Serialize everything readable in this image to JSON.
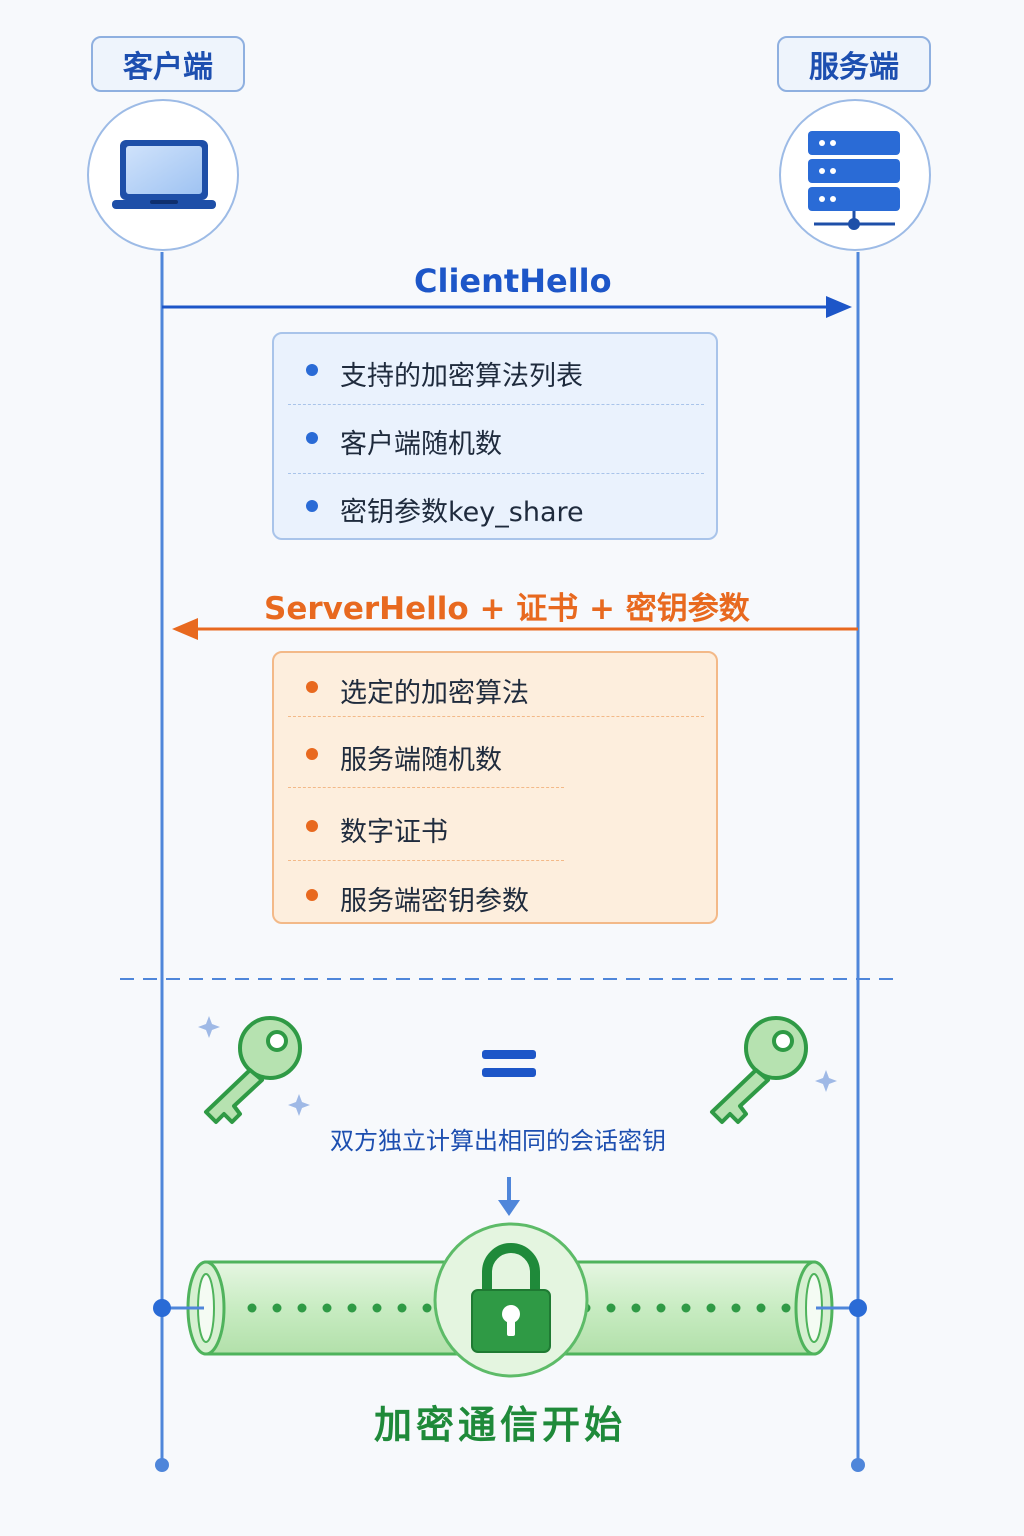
{
  "participants": {
    "client": "客户端",
    "server": "服务端"
  },
  "client_hello": {
    "title": "ClientHello",
    "items": [
      "支持的加密算法列表",
      "客户端随机数",
      "密钥参数key_share"
    ]
  },
  "server_hello": {
    "title": "ServerHello + 证书 + 密钥参数",
    "items": [
      "选定的加密算法",
      "服务端随机数",
      "数字证书",
      "服务端密钥参数"
    ]
  },
  "key_agreement": {
    "equals_symbol": "=",
    "caption": "双方独立计算出相同的会话密钥"
  },
  "final_label": "加密通信开始",
  "colors": {
    "blue": "#1d56c8",
    "orange": "#e8691f",
    "green": "#2f9a45",
    "line": "#4f86da"
  },
  "icons": [
    "laptop-icon",
    "server-icon",
    "certificate-icon",
    "check-icon",
    "key-icon",
    "sparkle-icon",
    "lock-icon",
    "arrow-down-icon"
  ]
}
